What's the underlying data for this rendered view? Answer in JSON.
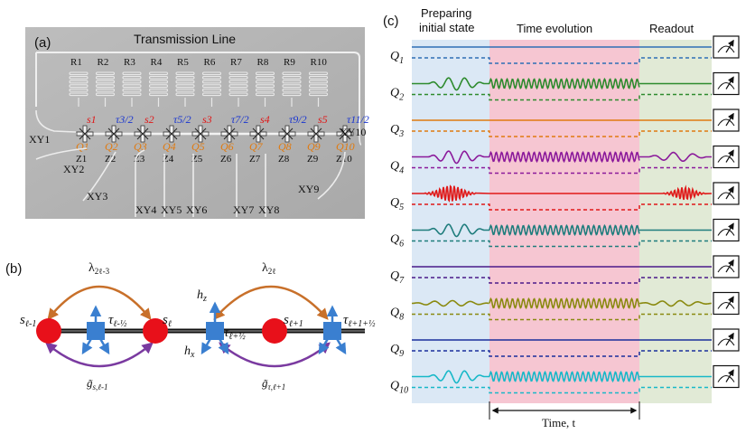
{
  "panel_a": {
    "label": "(a)",
    "title": "Transmission Line",
    "resonators": [
      "R1",
      "R2",
      "R3",
      "R4",
      "R5",
      "R6",
      "R7",
      "R8",
      "R9",
      "R10"
    ],
    "qubit_ops": [
      {
        "op": "s1",
        "kind": "s"
      },
      {
        "op": "τ3/2",
        "kind": "t"
      },
      {
        "op": "s2",
        "kind": "s"
      },
      {
        "op": "τ5/2",
        "kind": "t"
      },
      {
        "op": "s3",
        "kind": "s"
      },
      {
        "op": "τ7/2",
        "kind": "t"
      },
      {
        "op": "s4",
        "kind": "s"
      },
      {
        "op": "τ9/2",
        "kind": "t"
      },
      {
        "op": "s5",
        "kind": "s"
      },
      {
        "op": "τ11/2",
        "kind": "t"
      }
    ],
    "qubits": [
      "Q1",
      "Q2",
      "Q3",
      "Q4",
      "Q5",
      "Q6",
      "Q7",
      "Q8",
      "Q9",
      "Q10"
    ],
    "z_lines": [
      "Z1",
      "Z2",
      "Z3",
      "Z4",
      "Z5",
      "Z6",
      "Z7",
      "Z8",
      "Z9",
      "Z10"
    ],
    "xy_lines": [
      "XY1",
      "XY2",
      "XY3",
      "XY4",
      "XY5",
      "XY6",
      "XY7",
      "XY8",
      "XY9",
      "XY10"
    ]
  },
  "panel_b": {
    "label": "(b)",
    "sites": [
      "s_{ℓ-1}",
      "τ_{ℓ-½}",
      "s_ℓ",
      "τ_{ℓ+½}",
      "s_{ℓ+1}",
      "τ_{ℓ+1+½}"
    ],
    "top_couplings": [
      "λ_{2ℓ-3}",
      "λ_{2ℓ}"
    ],
    "bottom_couplings": [
      "g̃_{s,ℓ-1}",
      "g̃_{τ,ℓ+1}"
    ],
    "fields": [
      "h_z",
      "h_x"
    ]
  },
  "panel_c": {
    "label": "(c)",
    "phases": [
      "Preparing initial state",
      "Time evolution",
      "Readout"
    ],
    "time_label": "Time, t",
    "qubits": [
      {
        "name": "Q1",
        "sub": "1",
        "color": "#2f6fb5"
      },
      {
        "name": "Q2",
        "sub": "2",
        "color": "#2e8b2e"
      },
      {
        "name": "Q3",
        "sub": "3",
        "color": "#e07a10"
      },
      {
        "name": "Q4",
        "sub": "4",
        "color": "#8b1a9b"
      },
      {
        "name": "Q5",
        "sub": "5",
        "color": "#e01818"
      },
      {
        "name": "Q6",
        "sub": "6",
        "color": "#1f7d7d"
      },
      {
        "name": "Q7",
        "sub": "7",
        "color": "#4b1a8a"
      },
      {
        "name": "Q8",
        "sub": "8",
        "color": "#8a8a10"
      },
      {
        "name": "Q9",
        "sub": "9",
        "color": "#1a2f9b"
      },
      {
        "name": "Q10",
        "sub": "10",
        "color": "#18b8c8"
      }
    ],
    "colors": {
      "prep_bg": "#dbe8f5",
      "evo_bg": "#f6c6d2",
      "read_bg": "#e1ead6"
    }
  }
}
